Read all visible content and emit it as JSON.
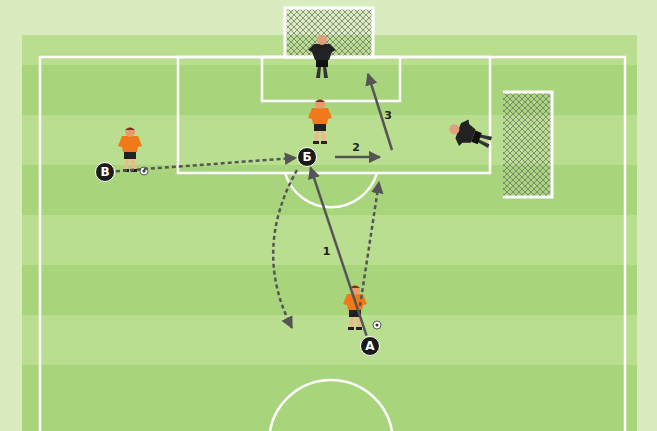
{
  "diagram": {
    "nodes": [
      {
        "text": [
          "В"
        ]
      },
      {
        "text": [
          "Б"
        ]
      },
      {
        "text": [
          "А"
        ]
      }
    ],
    "edges": [
      {
        "from": 0,
        "to": 1,
        "arrow": "to"
      },
      {
        "from": 2,
        "to": 1,
        "label": "1",
        "arrow": "to"
      }
    ],
    "labels": [
      "2",
      "3"
    ]
  }
}
